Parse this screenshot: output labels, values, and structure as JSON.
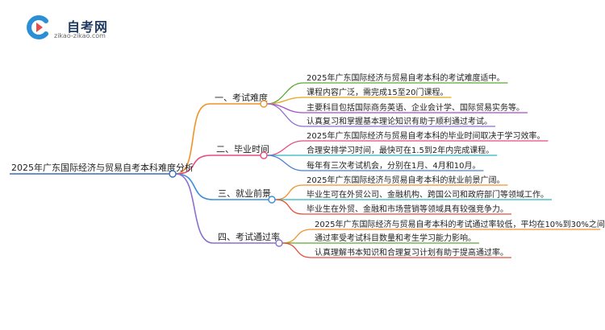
{
  "logo": {
    "title": "自考网",
    "url": "zikao-zikao.com"
  },
  "root": {
    "label": "2025年广东国际经济与贸易自考本科难度分析"
  },
  "branches": [
    {
      "label": "一、考试难度",
      "color": "#f0922b",
      "leaves": [
        {
          "text": "2025年广东国际经济与贸易自考本科的考试难度适中。",
          "color": "#5ca832"
        },
        {
          "text": "课程内容广泛，需完成15至20门课程。",
          "color": "#e8a317"
        },
        {
          "text": "主要科目包括国际商务英语、企业会计学、国际贸易实务等。",
          "color": "#a64dc7"
        },
        {
          "text": "认真复习和掌握基本理论知识有助于顺利通过考试。",
          "color": "#8a6fd1"
        }
      ]
    },
    {
      "label": "二、毕业时间",
      "color": "#e74c7c",
      "leaves": [
        {
          "text": "2025年广东国际经济与贸易自考本科的毕业时间取决于学习效率。",
          "color": "#e74c7c"
        },
        {
          "text": "合理安排学习时间，最快可在1.5到2年内完成课程。",
          "color": "#2bb3c0"
        },
        {
          "text": "每年有三次考试机会，分别在1月、4月和10月。",
          "color": "#4a7fd6"
        }
      ]
    },
    {
      "label": "三、就业前景",
      "color": "#3a8fd8",
      "leaves": [
        {
          "text": "2025年广东国际经济与贸易自考本科的就业前景广阔。",
          "color": "#f0922b"
        },
        {
          "text": "毕业生可在外贸公司、金融机构、跨国公司和政府部门等领域工作。",
          "color": "#2bb3c0"
        },
        {
          "text": "毕业生在外贸、金融和市场营销等领域具有较强竞争力。",
          "color": "#e74c3c"
        }
      ]
    },
    {
      "label": "四、考试通过率",
      "color": "#8a6fd1",
      "leaves": [
        {
          "text": "2025年广东国际经济与贸易自考本科的考试通过率较低，平均在10%到30%之间。",
          "color": "#f0922b"
        },
        {
          "text": "通过率受考试科目数量和考生学习能力影响。",
          "color": "#5ca832"
        },
        {
          "text": "认真理解书本知识和合理复习计划有助于提高通过率。",
          "color": "#e74c3c"
        }
      ]
    }
  ]
}
